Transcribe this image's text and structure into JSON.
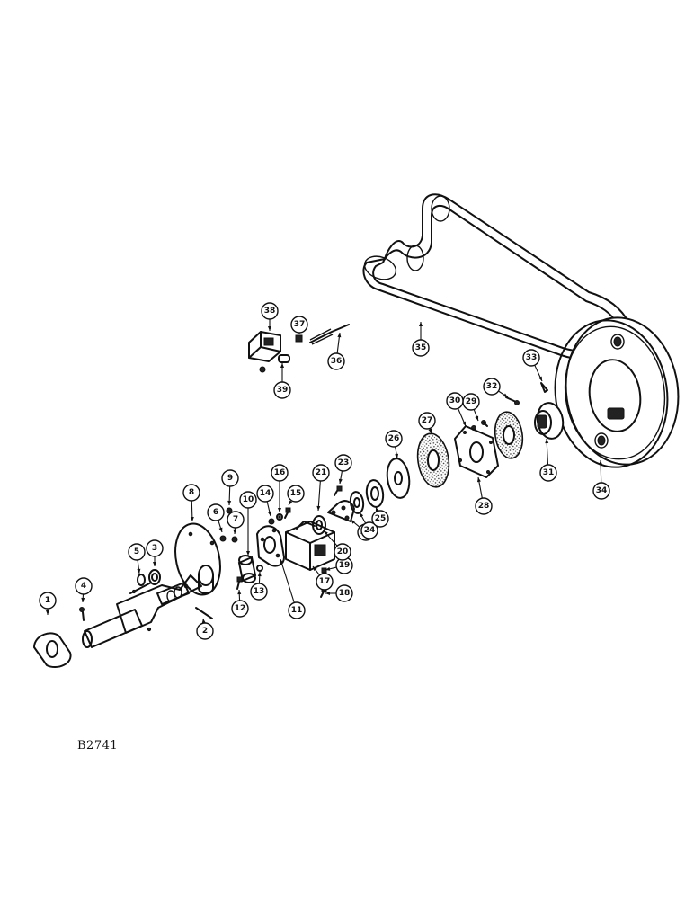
{
  "figure_code": "B2741",
  "callouts": [
    "1",
    "2",
    "3",
    "4",
    "5",
    "6",
    "7",
    "8",
    "9",
    "10",
    "11",
    "12",
    "13",
    "14",
    "15",
    "16",
    "17",
    "18",
    "19",
    "20",
    "21",
    "22",
    "23",
    "24",
    "25",
    "26",
    "27",
    "28",
    "29",
    "30",
    "31",
    "32",
    "33",
    "34",
    "35",
    "36",
    "37",
    "38",
    "39"
  ]
}
